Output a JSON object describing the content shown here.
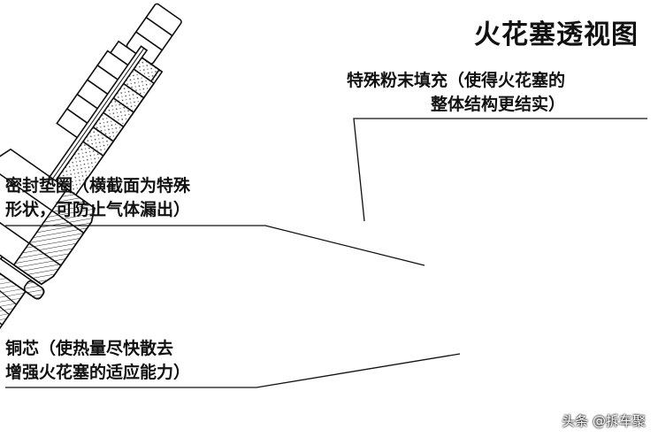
{
  "title": "火花塞透视图",
  "callouts": {
    "powder_fill": {
      "line1": "特殊粉末填充（使得火花塞的",
      "line2": "整体结构更结实）"
    },
    "gasket": {
      "line1": "密封垫圈（横截面为特殊",
      "line2": "形状，可防止气体漏出）"
    },
    "copper_core": {
      "line1": "铜芯（使热量尽快散去",
      "line2": "增强火花塞的适应能力）"
    }
  },
  "watermark": "头条 @拆车聚",
  "colors": {
    "ink": "#111111",
    "background": "#ffffff"
  }
}
